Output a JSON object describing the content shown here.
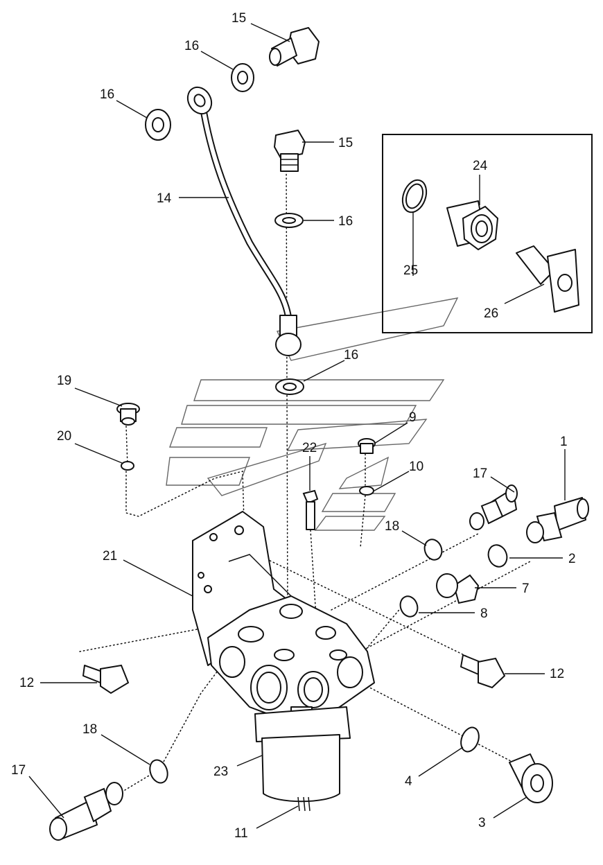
{
  "labels": [
    {
      "id": "l1",
      "text": "1"
    },
    {
      "id": "l2",
      "text": "2"
    },
    {
      "id": "l3",
      "text": "3"
    },
    {
      "id": "l4",
      "text": "4"
    },
    {
      "id": "l7",
      "text": "7"
    },
    {
      "id": "l8",
      "text": "8"
    },
    {
      "id": "l9",
      "text": "9"
    },
    {
      "id": "l10",
      "text": "10"
    },
    {
      "id": "l11",
      "text": "11"
    },
    {
      "id": "l12a",
      "text": "12"
    },
    {
      "id": "l12b",
      "text": "12"
    },
    {
      "id": "l14",
      "text": "14"
    },
    {
      "id": "l15a",
      "text": "15"
    },
    {
      "id": "l15b",
      "text": "15"
    },
    {
      "id": "l16a",
      "text": "16"
    },
    {
      "id": "l16b",
      "text": "16"
    },
    {
      "id": "l16c",
      "text": "16"
    },
    {
      "id": "l16d",
      "text": "16"
    },
    {
      "id": "l17a",
      "text": "17"
    },
    {
      "id": "l17b",
      "text": "17"
    },
    {
      "id": "l18a",
      "text": "18"
    },
    {
      "id": "l18b",
      "text": "18"
    },
    {
      "id": "l19",
      "text": "19"
    },
    {
      "id": "l20",
      "text": "20"
    },
    {
      "id": "l21",
      "text": "21"
    },
    {
      "id": "l22",
      "text": "22"
    },
    {
      "id": "l23",
      "text": "23"
    },
    {
      "id": "l24",
      "text": "24"
    },
    {
      "id": "l25",
      "text": "25"
    },
    {
      "id": "l26",
      "text": "26"
    }
  ]
}
